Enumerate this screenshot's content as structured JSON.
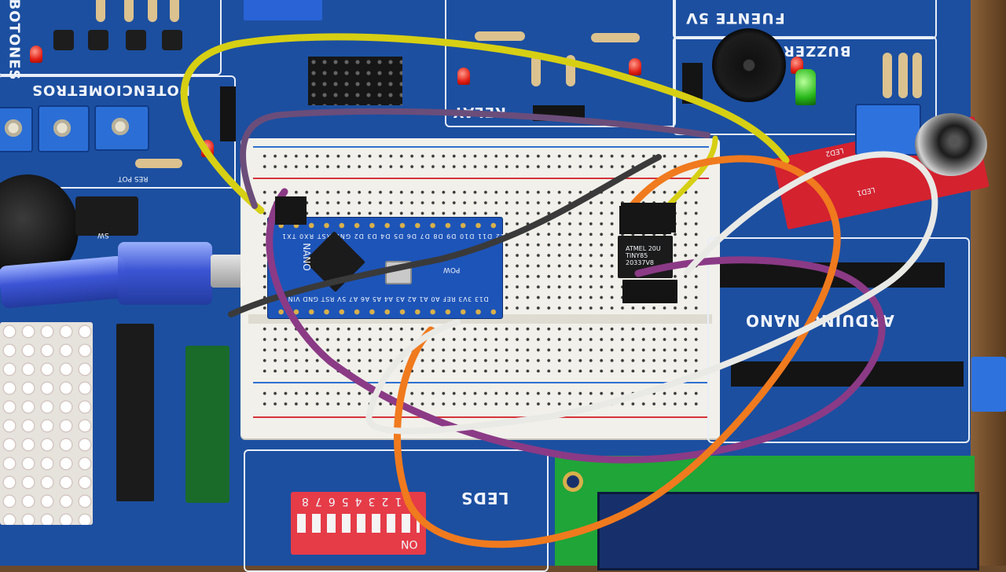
{
  "labels": {
    "botones": "BOTONES",
    "potenciometros": "POTENCIOMETROS",
    "fuente": "FUENTE 5V",
    "buzzer": "BUZZER",
    "relay": "RELAY",
    "leds": "LEDS",
    "arduino_nano": "ARDUINO NANO",
    "res_pot": "RES POT",
    "led1": "LED1",
    "led2": "LED2",
    "sw": "SW",
    "dip_numbers": "12345678",
    "dip_on": "ON",
    "chip_text": "ATMEL 20U TINY85 20337V8",
    "nano_top_pins": "D12 D11 D10 D9 D8 D7 D6 D5 D4 D3 D2 GND RST RX0 TX1",
    "nano_bottom_pins": "D13 3V3 REF A0 A1 A2 A3 A4 A5 A6 A7 5V RST GND VIN",
    "nano_pow": "POW",
    "nano_name": "NANO"
  },
  "colors": {
    "board": "#1c4fa0",
    "wire_yellow": "#d6cf14",
    "wire_purple": "#8b3a86",
    "wire_orange": "#f07a1e",
    "wire_white": "#e9e9e6",
    "wire_black": "#2a2a2a"
  }
}
